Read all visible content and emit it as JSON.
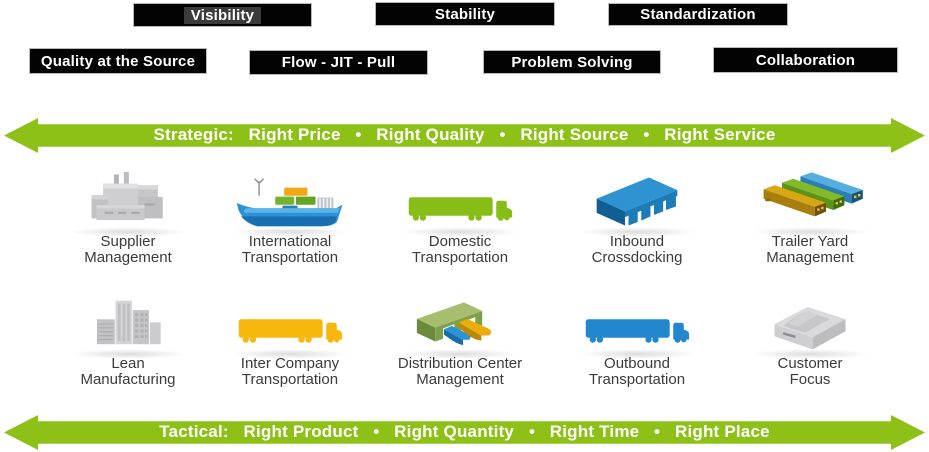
{
  "pillars": {
    "row1": [
      "Visibility",
      "Stability",
      "Standardization"
    ],
    "row2": [
      "Quality at the Source",
      "Flow - JIT - Pull",
      "Problem Solving",
      "Collaboration"
    ]
  },
  "banners": {
    "strategic": "Strategic:   Right Price   •   Right Quality   •   Right Source   •   Right Service",
    "tactical": "Tactical:   Right Product   •   Right Quantity   •   Right Time   •   Right Place"
  },
  "modules": {
    "row1": [
      {
        "line1": "Supplier",
        "line2": "Management",
        "icon": "factory-icon"
      },
      {
        "line1": "International",
        "line2": "Transportation",
        "icon": "container-ship-icon"
      },
      {
        "line1": "Domestic",
        "line2": "Transportation",
        "icon": "green-truck-icon"
      },
      {
        "line1": "Inbound",
        "line2": "Crossdocking",
        "icon": "blue-crossdock-icon"
      },
      {
        "line1": "Trailer Yard",
        "line2": "Management",
        "icon": "trailer-yard-icon"
      }
    ],
    "row2": [
      {
        "line1": "Lean",
        "line2": "Manufacturing",
        "icon": "city-buildings-icon"
      },
      {
        "line1": "Inter Company",
        "line2": "Transportation",
        "icon": "yellow-truck-icon"
      },
      {
        "line1": "Distribution Center",
        "line2": "Management",
        "icon": "distribution-center-icon"
      },
      {
        "line1": "Outbound",
        "line2": "Transportation",
        "icon": "blue-truck-icon"
      },
      {
        "line1": "Customer",
        "line2": "Focus",
        "icon": "store-icon"
      }
    ]
  },
  "colors": {
    "banner_green": "#8DC117",
    "pillar_black": "#030303",
    "truck_green": "#86BE17",
    "truck_yellow": "#F7B70C",
    "truck_blue": "#2287CC",
    "ship_blue": "#2E93D6",
    "crossdock_blue": "#2287C6",
    "dc_green": "#8AA551",
    "icon_gray": "#C8C8CA",
    "label_gray": "#3B3B3B"
  }
}
